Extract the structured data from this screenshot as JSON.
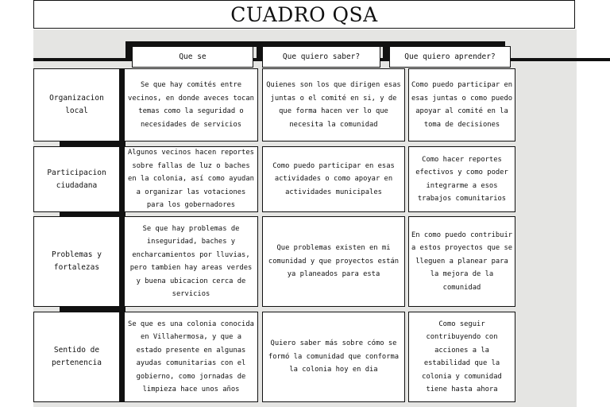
{
  "title": "CUADRO QSA",
  "columns": [
    "Que se",
    "Que quiero saber?",
    "Que quiero aprender?"
  ],
  "rows": [
    {
      "label": "Organizacion local",
      "cells": [
        "Se que hay comités entre vecinos, en donde aveces tocan temas como la seguridad o necesidades de servicios",
        "Quienes son los que dirigen esas juntas o el comité en si, y de que forma hacen ver lo que necesita la comunidad",
        "Como puedo participar en esas juntas o como puedo apoyar al comité en la toma de decisiones"
      ]
    },
    {
      "label": "Participacion ciudadana",
      "cells": [
        "Algunos vecinos hacen reportes sobre fallas de luz o baches en la colonia,  así como ayudan a organizar las votaciones para los gobernadores",
        "Como puedo participar en esas actividades o como apoyar en actividades municipales",
        "Como hacer reportes efectivos y como poder integrarme a esos trabajos comunitarios"
      ]
    },
    {
      "label": "Problemas y fortalezas",
      "cells": [
        "Se que hay problemas de inseguridad, baches y encharcamientos por lluvias, pero tambien hay areas verdes y buena ubicacion cerca de servicios",
        "Que problemas existen en mi comunidad y que proyectos están ya planeados para esta",
        "En como puedo contribuir a estos proyectos que se lleguen a planear para la mejora de la comunidad"
      ]
    },
    {
      "label": "Sentido de pertenencia",
      "cells": [
        "Se que es una colonia conocida en Villahermosa, y que a estado presente en algunas ayudas comunitarias con el gobierno, como jornadas de limpieza hace unos años",
        "Quiero saber más sobre cómo se formó la comunidad que conforma la colonia hoy en dia",
        "Como seguir contribuyendo con acciones a la estabilidad que la colonia y comunidad tiene hasta ahora"
      ]
    }
  ]
}
